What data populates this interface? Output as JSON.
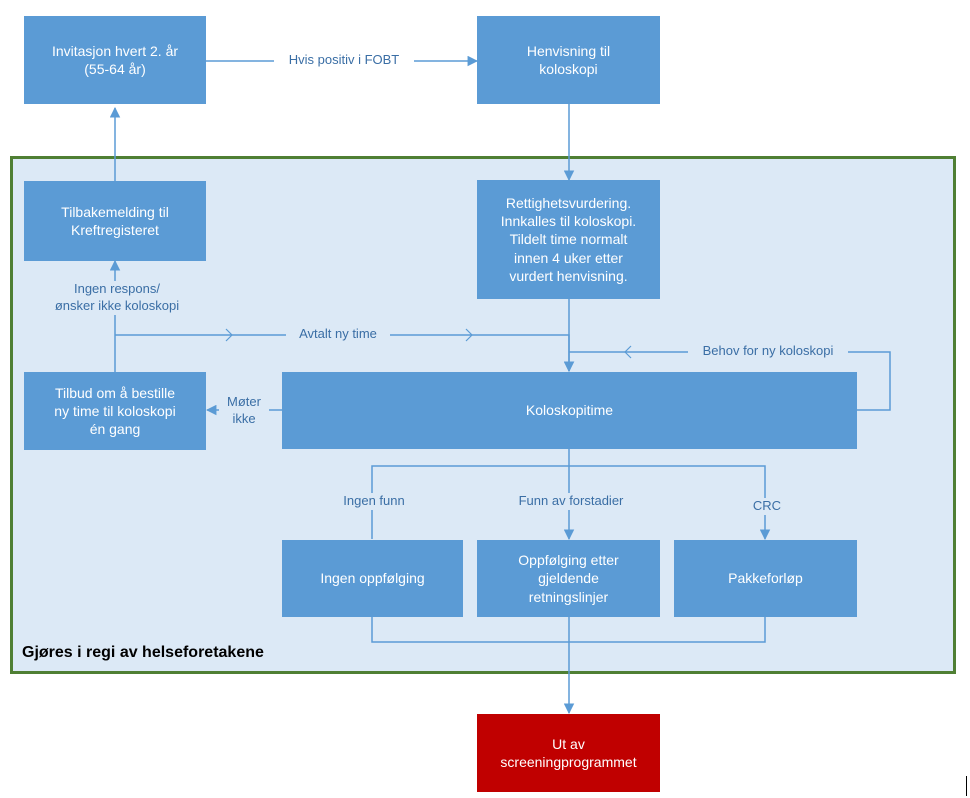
{
  "region": {
    "label": "Gjøres i regi av helseforetakene"
  },
  "boxes": {
    "invitation": "Invitasjon hvert 2. år\n(55-64 år)",
    "referral": "Henvisning til\nkoloskopi",
    "feedback": "Tilbakemelding til\nKreftregisteret",
    "assessment": "Rettighetsvurdering.\nInnkalles til koloskopi.\nTildelt time normalt\ninnen 4 uker etter\nvurdert henvisning.",
    "offer": "Tilbud om å bestille\nny time til koloskopi\nén gang",
    "appointment": "Koloskopitime",
    "no_followup": "Ingen oppfølging",
    "followup_guidelines": "Oppfølging etter\ngjeldende\nretningslinjer",
    "package": "Pakkeforløp",
    "exit": "Ut av\nscreeningprogrammet"
  },
  "edges": {
    "positive_fobt": "Hvis positiv i FOBT",
    "no_response": "Ingen respons/\nønsker ikke koloskopi",
    "new_time": "Avtalt ny time",
    "need_new": "Behov for ny koloskopi",
    "no_show": "Møter\nikke",
    "no_findings": "Ingen funn",
    "precursors": "Funn av forstadier",
    "crc": "CRC"
  },
  "colors": {
    "box": "#5b9bd5",
    "exit_box": "#c00000",
    "region_fill": "#dce9f6",
    "region_border": "#4f7f34",
    "connector": "#5b9bd5",
    "edge_label": "#3a6ea5"
  }
}
